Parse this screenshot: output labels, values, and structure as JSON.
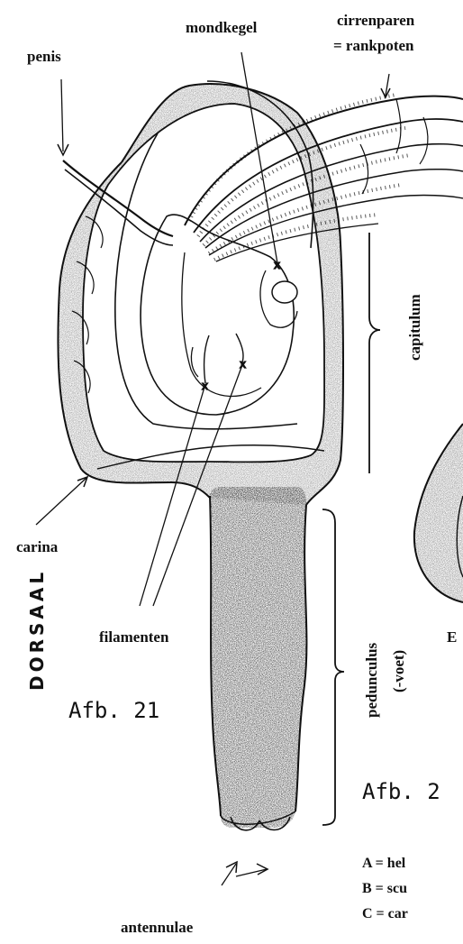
{
  "labels": {
    "penis": "penis",
    "mondkegel": "mondkegel",
    "cirrenparen": "cirrenparen",
    "rankpoten": "= rankpoten",
    "capitulum": "capitulum",
    "carina": "carina",
    "filamenten": "filamenten",
    "pedunculus": "pedunculus",
    "voet": "(-voet)",
    "dorsaal": "DORSAAL",
    "afb_21": "Afb. 21",
    "antennulae": "antennulae",
    "afb_partial": "Afb. 2",
    "legend_a": "A = hel",
    "legend_b": "B = scu",
    "legend_c": "C = car",
    "partial_letter": "E"
  },
  "colors": {
    "ink": "#111111",
    "paper": "#ffffff"
  }
}
